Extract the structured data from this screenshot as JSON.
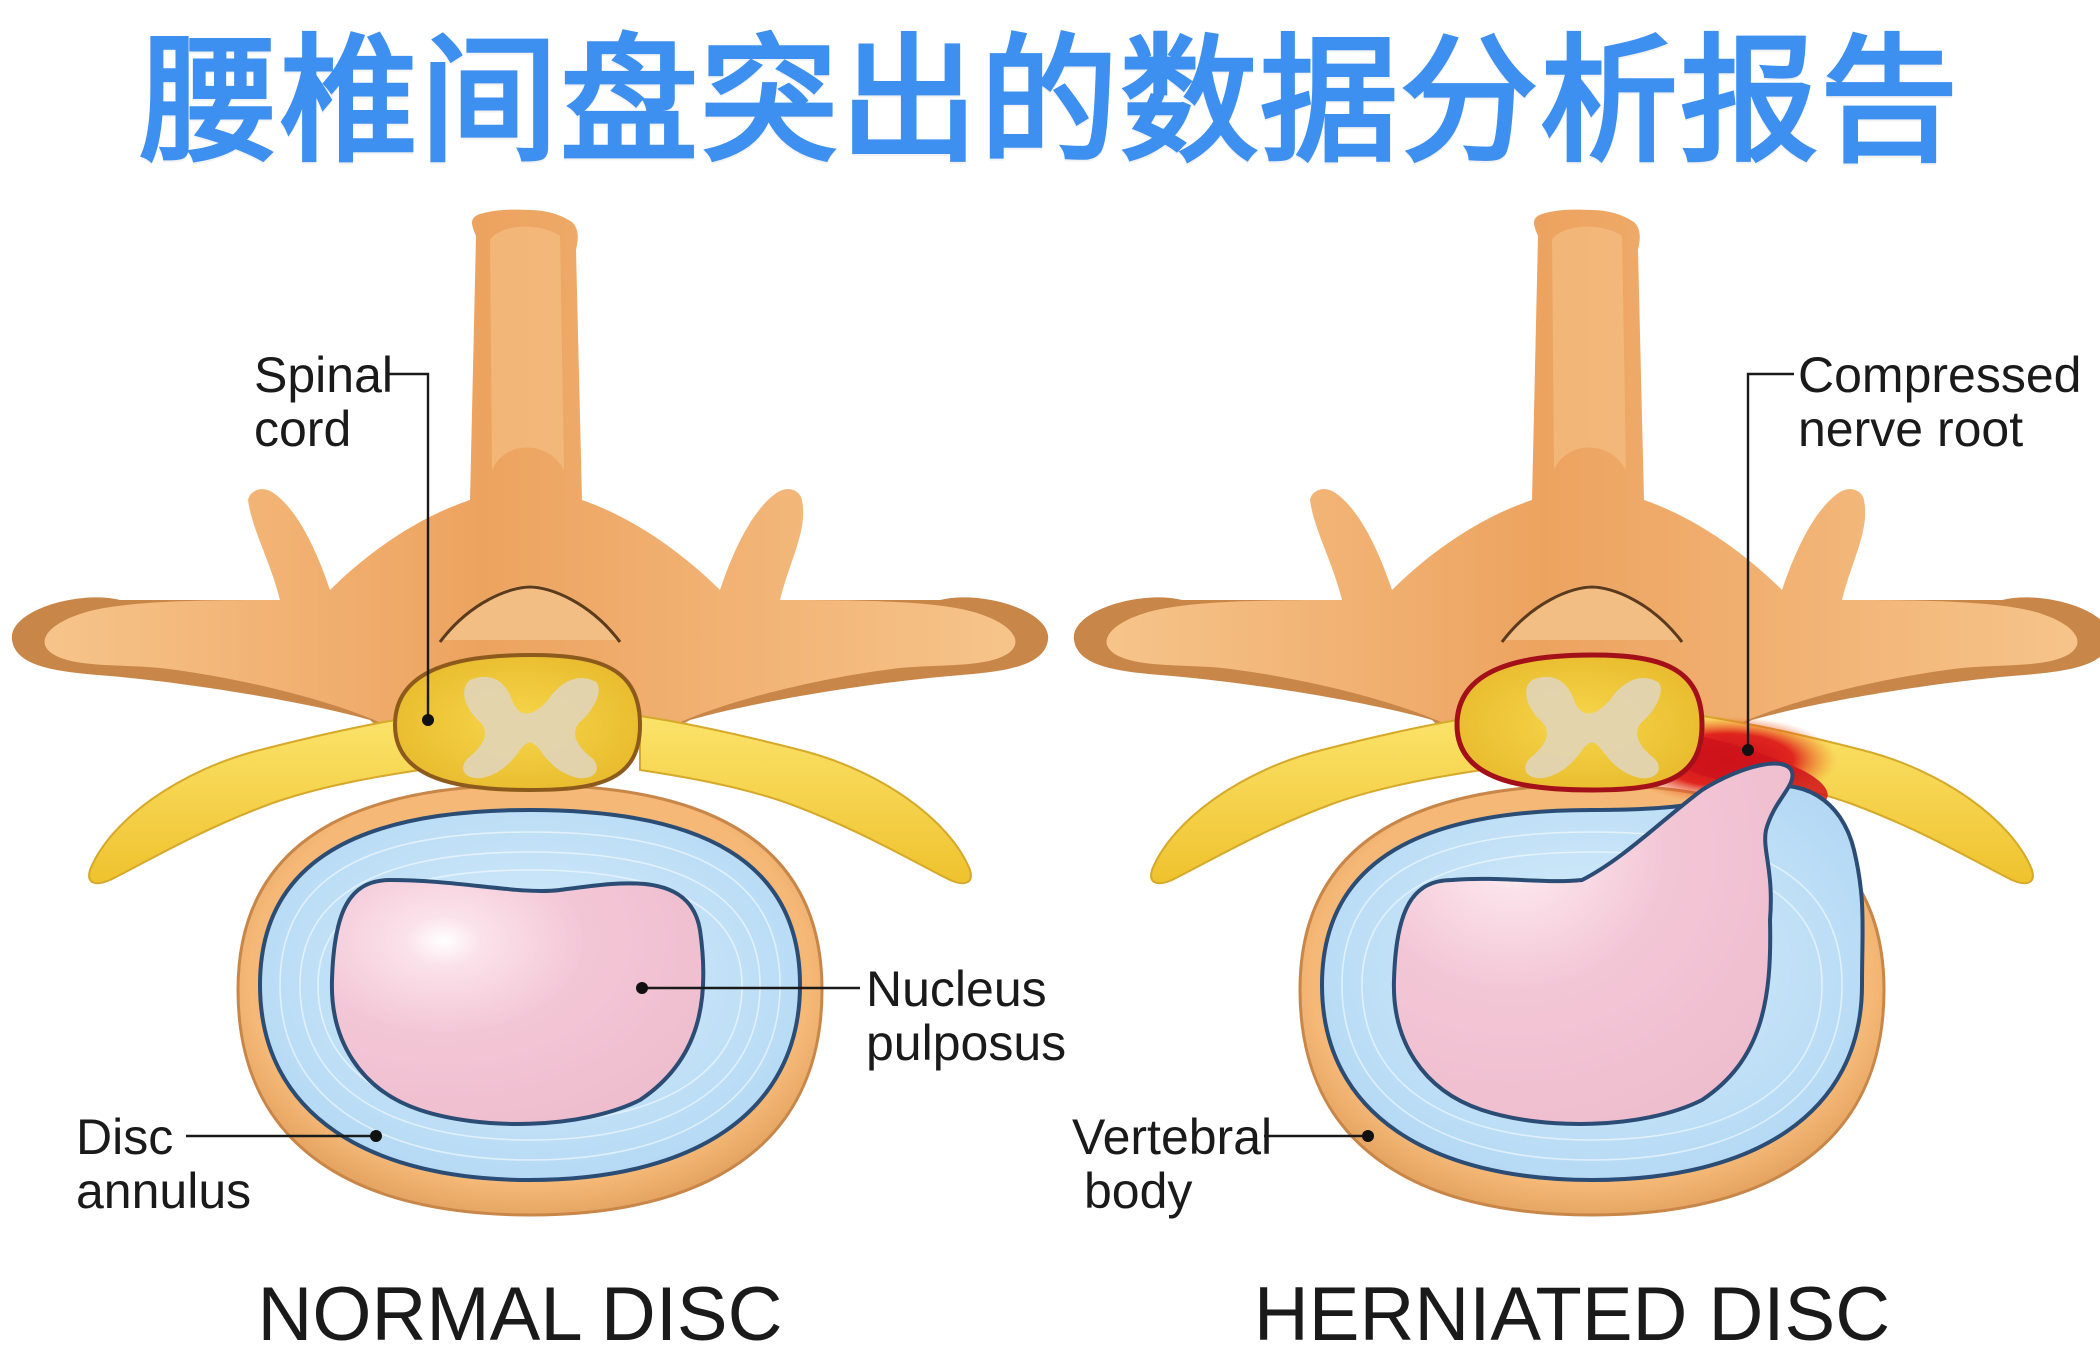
{
  "title": "腰椎间盘突出的数据分析报告",
  "colors": {
    "title": "#3d8ff0",
    "bone": "#efaa63",
    "bone_shadow": "#c4804a",
    "nerve": "#f4cf3c",
    "annulus": "#bfe0f7",
    "nucleus": "#f3c9d7",
    "compression": "#d7161c"
  },
  "normal": {
    "caption": "NORMAL DISC",
    "spinal_cord": [
      "Spinal",
      "cord"
    ],
    "nucleus": [
      "Nucleus",
      "pulposus"
    ],
    "annulus": [
      "Disc",
      "annulus"
    ]
  },
  "herniated": {
    "caption": "HERNIATED DISC",
    "nerve_root": [
      "Compressed",
      "nerve root"
    ],
    "vertebral_body": [
      "Vertebral",
      "body"
    ]
  }
}
